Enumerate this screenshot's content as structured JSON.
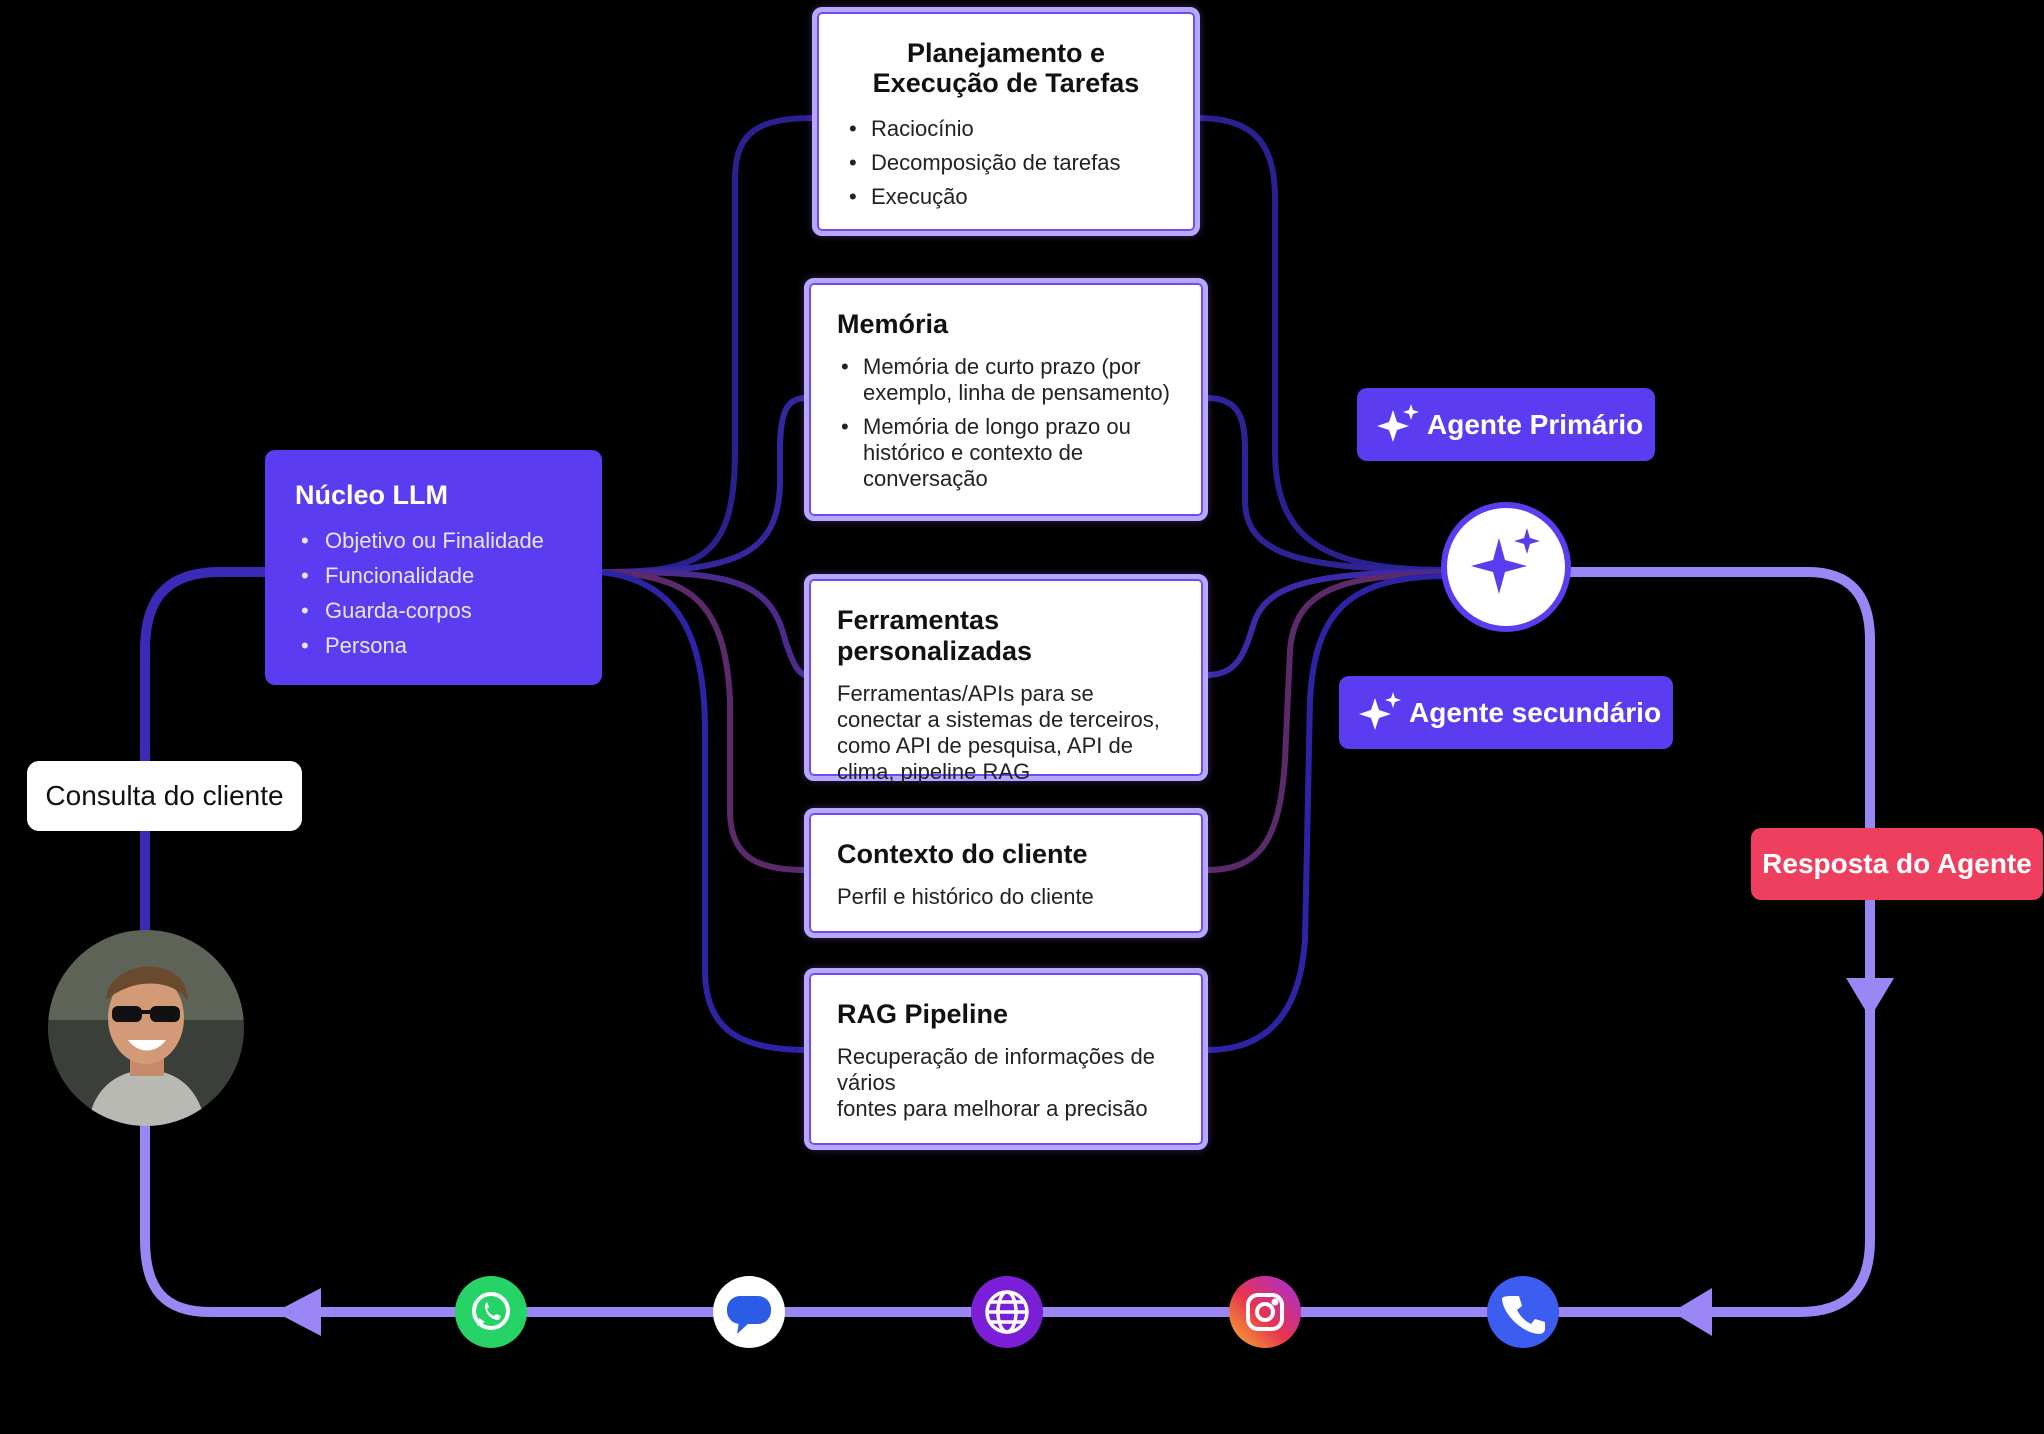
{
  "llm_core": {
    "title": "Núcleo LLM",
    "items": [
      "Objetivo ou Finalidade",
      "Funcionalidade",
      "Guarda-corpos",
      "Persona"
    ]
  },
  "client_query": "Consulta do cliente",
  "modules": {
    "planning": {
      "title": "Planejamento e Execução de Tarefas",
      "items": [
        "Raciocínio",
        "Decomposição de tarefas",
        "Execução"
      ]
    },
    "memory": {
      "title": "Memória",
      "items": [
        "Memória de curto prazo (por exemplo, linha de pensamento)",
        "Memória de longo prazo ou histórico e contexto de conversação"
      ]
    },
    "tools": {
      "title": "Ferramentas personalizadas",
      "text": "Ferramentas/APIs para se conectar a sistemas de terceiros, como API de pesquisa, API de clima, pipeline RAG"
    },
    "context": {
      "title": "Contexto do cliente",
      "text": "Perfil e histórico do cliente"
    },
    "rag": {
      "title": "RAG Pipeline",
      "text_line1": "Recuperação de informações de vários",
      "text_line2": "fontes para melhorar a precisão"
    }
  },
  "agents": {
    "primary": "Agente Primário",
    "secondary": "Agente secundário"
  },
  "response_label": "Resposta do Agente",
  "channels": [
    "whatsapp-icon",
    "chat-message-icon",
    "web-globe-icon",
    "instagram-icon",
    "phone-icon"
  ],
  "colors": {
    "accent_purple": "#5b3cf0",
    "flow_line": "#9a86f5",
    "response_red": "#ef3f5f",
    "whatsapp": "#25d366",
    "phone": "#3b5ef0",
    "web": "#7a1fd6"
  }
}
